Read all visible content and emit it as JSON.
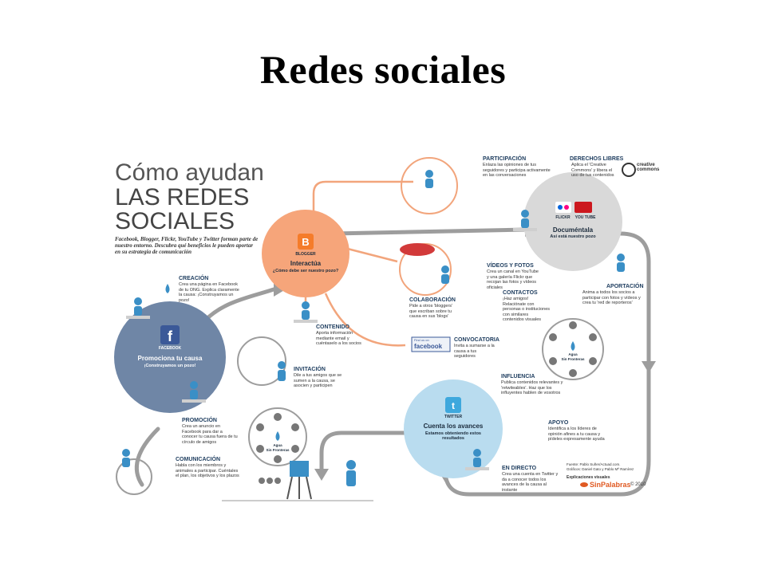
{
  "slide_title": "Redes sociales",
  "infographic": {
    "heading_line1": "Cómo ayudan",
    "heading_line2": "LAS REDES",
    "heading_line3": "SOCIALES",
    "intro": "Facebook, Blogger, Flickr, YouTube y Twitter forman parte de nuestro entorno. Descubra qué beneficios le pueden aportar en su estrategia de comunicación",
    "circles": {
      "facebook": {
        "tag": "FACEBOOK",
        "title": "Promociona tu causa",
        "sub": "¡Construyamos un pozo!"
      },
      "blogger": {
        "tag": "BLOGGER",
        "title": "Interactúa",
        "sub": "¿Cómo debe ser nuestro pozo?"
      },
      "flickr": {
        "tag1": "FLICKR",
        "tag2": "YOU TUBE",
        "title": "Documéntala",
        "sub": "Así está nuestro pozo"
      },
      "twitter": {
        "tag": "TWITTER",
        "title": "Cuenta los avances",
        "sub": "Estamos obteniendo estos resultados"
      }
    },
    "sections": {
      "creacion": {
        "title": "CREACIÓN",
        "text": "Crea una página en Facebook de tu ONG. Explica claramente la causa: ¡Construyamos un pozo!"
      },
      "contenido": {
        "title": "CONTENIDO",
        "text": "Aporta información mediante email y cuéntaselo a los socios"
      },
      "invitacion": {
        "title": "INVITACIÓN",
        "text": "Dile a tus amigos que se sumen a la causa, se asocien y participen"
      },
      "promocion": {
        "title": "PROMOCIÓN",
        "text": "Crea un anuncio en Facebook para dar a conocer tu causa fuera de tu círculo de amigos"
      },
      "comunicacion": {
        "title": "COMUNICACIÓN",
        "text": "Habla con los miembros y animales a participar. Cuéntales el plan, los objetivos y los plazos"
      },
      "participacion": {
        "title": "PARTICIPACIÓN",
        "text": "Enlaza las opiniones de tus seguidores y participa activamente en las conversaciones"
      },
      "derechos": {
        "title": "DERECHOS LIBRES",
        "text": "Aplica el 'Creative Commons' y libera el uso de tus contenidos"
      },
      "colaboracion": {
        "title": "COLABORACIÓN",
        "text": "Pide a otros 'bloggers' que escriban sobre tu causa en sus 'blogs'"
      },
      "videos": {
        "title": "VÍDEOS Y FOTOS",
        "text": "Crea un canal en YouTube y una galería Flickr que recojan las fotos y vídeos oficiales"
      },
      "contactos": {
        "title": "CONTACTOS",
        "text": "¡Haz amigos! Relaciónate con personas o instituciones con similares contenidos visuales"
      },
      "aportacion": {
        "title": "APORTACIÓN",
        "text": "Anima a todos los socios a participar con fotos y vídeos y crea tu 'red de reporteros'"
      },
      "convocatoria": {
        "title": "CONVOCATORIA",
        "text": "Invita a sumarse a la causa a tus seguidores"
      },
      "influencia": {
        "title": "INFLUENCIA",
        "text": "Publica contenidos relevantes y 'retwiteables'. Haz que los influyentes hablen de vosotros"
      },
      "apoyo": {
        "title": "APOYO",
        "text": "Identifica a los líderes de opinión afines a tu causa y pídeles expresamente ayuda"
      },
      "endirecto": {
        "title": "EN DIRECTO",
        "text": "Crea una cuenta en Twitter y da a conocer todos los avances de la causa al instante"
      }
    },
    "agua": {
      "line1": "Agua",
      "line2": "Sin Fronteras"
    },
    "cc": {
      "line1": "creative",
      "line2": "commons"
    },
    "find_us": {
      "line1": "Find us on",
      "line2": "facebook"
    },
    "credits": {
      "fuente": "Fuente: Pablo Suñer/Actuad.com.",
      "graficos": "Gráficos: Daniel Gato y Pablo Mª Ramírez",
      "explicaciones": "Explicaciones visuales",
      "brand": "SinPalabras",
      "year": "© 2010"
    },
    "colors": {
      "facebook": "#6f86a6",
      "blogger": "#f6a57a",
      "flickr": "#d9d9d9",
      "twitter": "#b9dcef",
      "arrow": "#9d9d9d",
      "orange_line": "#f2a57c"
    }
  }
}
